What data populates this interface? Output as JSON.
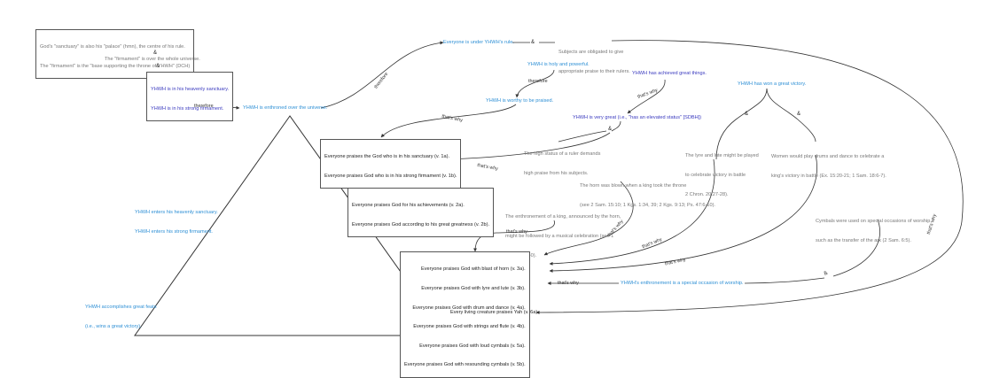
{
  "nodes": {
    "premise_box": [
      "God's \"sanctuary\" is also his \"palace\" (hmn), the centre of his rule.",
      "The \"firmament\" is the \"base supporting the throne of YHWH\" (DCH)"
    ],
    "firmament_over": "The \"firmament\" is over the whole universe.",
    "heavenly_box": [
      "YHWH is in his heavenly sanctuary.",
      "YHWH is in his strong firmament."
    ],
    "enthroned": "YHWH is enthroned over the universe.",
    "under_rule": "Everyone is under YHWH's rule.",
    "obligated": [
      "Subjects are obligated to give",
      "appropriate praise to their rulers."
    ],
    "holy_powerful": "YHWH is holy and powerful.",
    "worthy": "YHWH is worthy to be praised.",
    "achieved": "YHWH has achieved great things.",
    "very_great": "YHWH is very great (i.e., \"has an elevated status\" [SDBH])",
    "won_victory": "YHWH has won a great victory.",
    "high_status": [
      "The high status of a ruler demands",
      "high praise from his subjects."
    ],
    "praise_sanctuary": [
      "Everyone praises the God who is in his sanctuary (v. 1a).",
      "Everyone praises God who is in his strong firmament (v. 1b)."
    ],
    "praise_achievements": [
      "Everyone praises God for his achievements (v. 2a).",
      "Everyone praises God according to his great greatness (v. 2b)."
    ],
    "horn_blown": [
      "The horn was blown when a king took the throne",
      "(see 2 Sam. 15:10; 1 Kgs. 1:34, 39; 2 Kgs. 9:13; Ps. 47:6-10)."
    ],
    "enthronement_king": [
      "The enthronement of a king, announced by the horn,",
      "might be followed by a musical celebration (see 1",
      "Kgs. 1:39-40)."
    ],
    "lyre_lute": [
      "The lyre and lute might be played",
      "to celebrate victory in battle",
      "2 Chron. 20:27-28)."
    ],
    "women_drums": [
      "Women would play drums and dance to celebrate a",
      "king's victory in battle (Ex. 15:20-21; 1 Sam. 18:6-7)."
    ],
    "cymbals": [
      "Cymbals were used on special occasions of worship,",
      "such as the transfer of the ark (2 Sam. 6:5)."
    ],
    "instruments_box": [
      "Everyone praises God with blast of horn (v. 3a).",
      "Everyone praises God with lyre and lute (v. 3b).",
      "Everyone praises God with drum and dance (v. 4a).",
      "Everyone praises God with strings and flute (v. 4b).",
      "Everyone praises God with loud cymbals (v. 5a).",
      "Everyone praises God with resounding cymbals (v. 5b)."
    ],
    "special_occasion": "YHWH's enthronement is a special occasion of worship.",
    "every_creature": "Every living creature praises Yah (v. 6a).",
    "enters": [
      "YHWH enters his heavenly sanctuary.",
      "YHWH enters his strong firmament."
    ],
    "accomplishes": [
      "YHWH accomplishes great feats",
      "(i.e., wins a great victory)."
    ]
  },
  "labels": {
    "amp": "&",
    "therefore": "therefore",
    "thats_why": "that's why"
  },
  "colors": {
    "blue": "#2d8fd5",
    "navy": "#3a3abf",
    "grey_text": "#777777",
    "dark_text": "#222222",
    "line": "#333333",
    "line_light": "#999999"
  }
}
